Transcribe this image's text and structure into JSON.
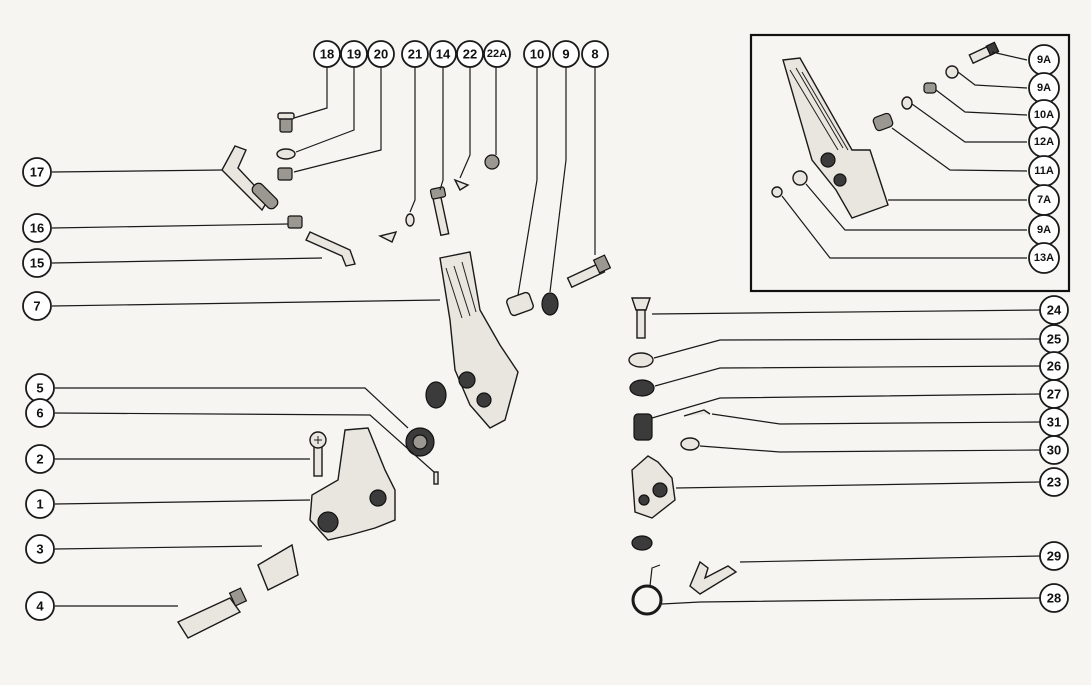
{
  "callouts": {
    "c18": "18",
    "c19": "19",
    "c20": "20",
    "c21": "21",
    "c14": "14",
    "c22": "22",
    "c22a": "22A",
    "c10": "10",
    "c9": "9",
    "c8": "8",
    "c17": "17",
    "c16": "16",
    "c15": "15",
    "c7": "7",
    "c5": "5",
    "c6": "6",
    "c2": "2",
    "c1": "1",
    "c3": "3",
    "c4": "4",
    "c24": "24",
    "c25": "25",
    "c26": "26",
    "c27": "27",
    "c31": "31",
    "c30": "30",
    "c23": "23",
    "c29": "29",
    "c28": "28",
    "i9a_top": "9A",
    "i9a_second": "9A",
    "i10a": "10A",
    "i12a": "12A",
    "i11a": "11A",
    "i7a": "7A",
    "i9a_low": "9A",
    "i13a": "13A"
  }
}
